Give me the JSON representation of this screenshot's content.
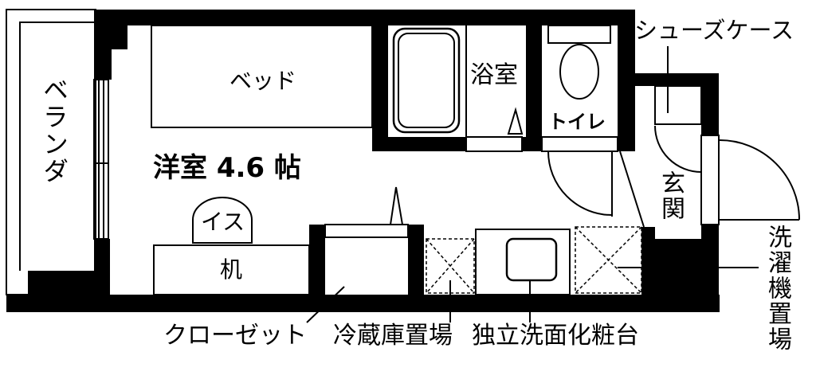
{
  "labels": {
    "shoe_case": "シューズケース",
    "bed": "ベッド",
    "bathroom": "浴室",
    "toilet": "トイレ",
    "veranda": "ベランダ",
    "western_room": "洋室 4.6 帖",
    "entrance": "玄関",
    "chair": "イス",
    "desk": "机",
    "washer_space": "洗濯機置場",
    "closet": "クローゼット",
    "fridge_space": "冷蔵庫置場",
    "vanity": "独立洗面化粧台"
  },
  "colors": {
    "wall": "#000000",
    "background": "#ffffff"
  }
}
